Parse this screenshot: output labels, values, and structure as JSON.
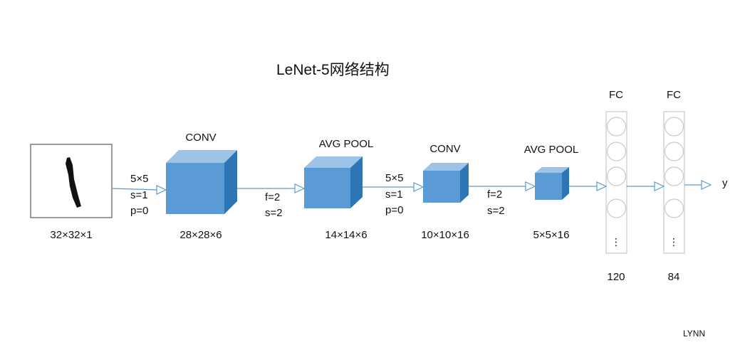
{
  "title": "LeNet-5网络结构",
  "input": {
    "size": "32×32×1"
  },
  "layers": [
    {
      "name": "CONV",
      "size": "28×28×6"
    },
    {
      "name": "AVG POOL",
      "size": "14×14×6"
    },
    {
      "name": "CONV",
      "size": "10×10×16"
    },
    {
      "name": "AVG POOL",
      "size": "5×5×16"
    }
  ],
  "transitions": [
    {
      "line1": "5×5",
      "line2": "s=1",
      "line3": "p=0"
    },
    {
      "line1": "f=2",
      "line2": "s=2"
    },
    {
      "line1": "5×5",
      "line2": "s=1",
      "line3": "p=0"
    },
    {
      "line1": "f=2",
      "line2": "s=2"
    }
  ],
  "fc_layers": [
    {
      "name": "FC",
      "units": "120"
    },
    {
      "name": "FC",
      "units": "84"
    }
  ],
  "fc_ellipsis": "⋮",
  "output_label": "y",
  "credit": "LYNN",
  "colors": {
    "cube_front": "#5b9bd5",
    "cube_top": "#9dc3e6",
    "cube_side": "#2e75b6",
    "arrow": "#5b9bd5",
    "fc_border": "#c9c9c9"
  }
}
